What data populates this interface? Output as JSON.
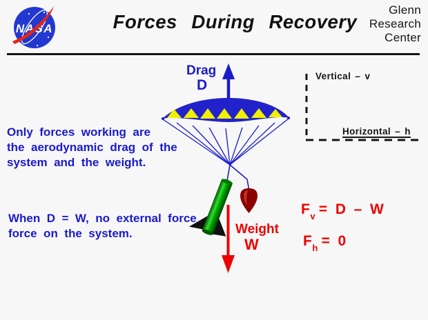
{
  "header": {
    "logo_text": "NASA",
    "title": "Forces During Recovery",
    "org": [
      "Glenn",
      "Research",
      "Center"
    ]
  },
  "diagram": {
    "drag_label": "Drag",
    "drag_symbol": "D",
    "weight_label": "Weight",
    "weight_symbol": "W",
    "axis_vertical": "Vertical – v",
    "axis_horizontal": "Horizontal – h"
  },
  "notes": {
    "note1": [
      "Only forces working are",
      "the aerodynamic drag of the",
      "system and the weight."
    ],
    "note2": [
      "When D = W, no external force",
      "force on the system."
    ]
  },
  "equations": {
    "eq1": {
      "f": "F",
      "sub": "v",
      "rhs": " =  D  –  W"
    },
    "eq2": {
      "f": "F",
      "sub": "h",
      "rhs": " =  0"
    }
  },
  "colors": {
    "background": "#f7f7f7",
    "text_blue": "#1a1acd",
    "text_red": "#ee0000",
    "canopy_blue": "#2222cc",
    "panel_yellow": "#f0f000",
    "rocket_green": "#00aa00",
    "nose_cone_maroon": "#8b0000",
    "ink_black": "#141414"
  }
}
